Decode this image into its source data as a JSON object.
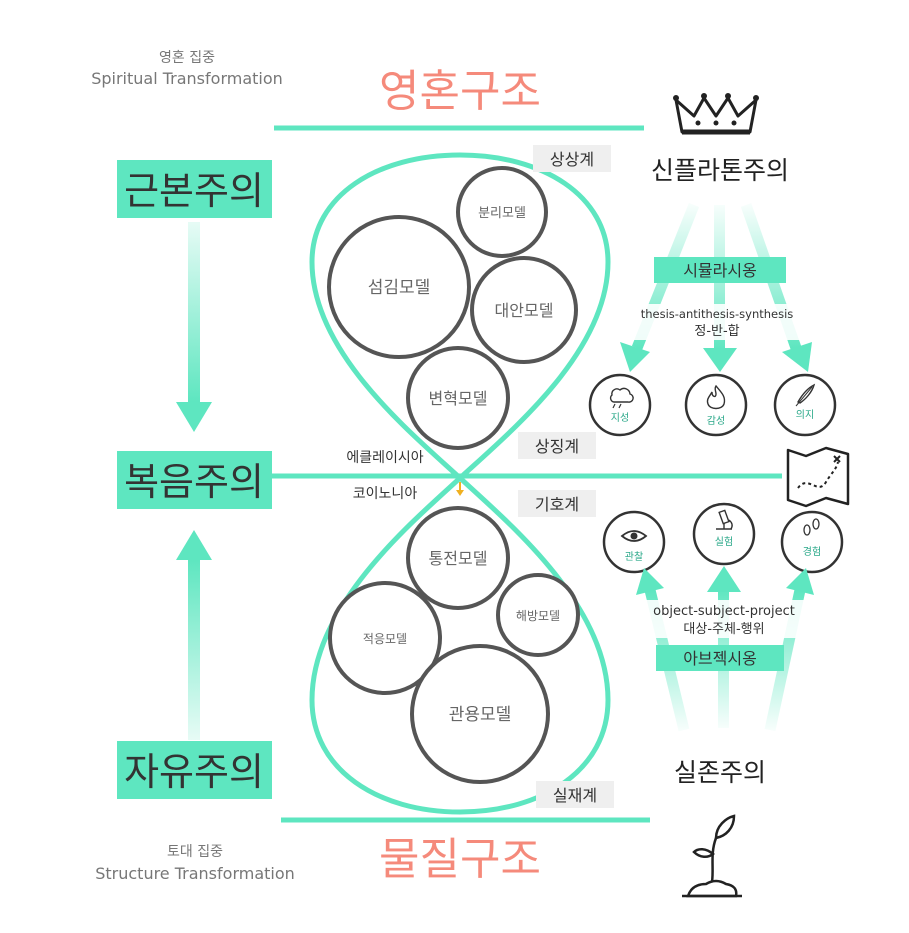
{
  "top_caption": {
    "korean": "영혼 집중",
    "english": "Spiritual Transformation"
  },
  "bottom_caption": {
    "korean": "토대 집중",
    "english": "Structure Transformation"
  },
  "top_structure": "영혼구조",
  "bottom_structure": "물질구조",
  "left_stages": [
    "근본주의",
    "복음주의",
    "자유주의"
  ],
  "realm_labels": [
    "상상계",
    "상징계",
    "기호계",
    "실재계"
  ],
  "upper_models": [
    "분리모델",
    "섬김모델",
    "대안모델",
    "변혁모델"
  ],
  "lower_models": [
    "통전모델",
    "해방모델",
    "적응모델",
    "관용모델"
  ],
  "center_left": {
    "upper": "에클레이시아",
    "lower": "코이노니아"
  },
  "neo_platonism": {
    "title": "신플라톤주의",
    "banner": "시뮬라시옹",
    "dialectic_en": "thesis-antithesis-synthesis",
    "dialectic_ko": "정-반-합",
    "nodes": [
      "지성",
      "감성",
      "의지"
    ]
  },
  "existentialism": {
    "title": "실존주의",
    "banner": "아브젝시옹",
    "relation_en": "object-subject-project",
    "relation_ko": "대상-주체-행위",
    "nodes": [
      "관찰",
      "실험",
      "경험"
    ]
  },
  "icons": [
    "crown-icon",
    "cloud-icon",
    "flame-icon",
    "feather-icon",
    "map-icon",
    "eye-icon",
    "microscope-icon",
    "footprints-icon",
    "sprout-icon"
  ],
  "colors": {
    "teal": "#5ee6c0",
    "coral": "#f58a7b",
    "dark": "#333333",
    "label_bg": "#efefef"
  }
}
